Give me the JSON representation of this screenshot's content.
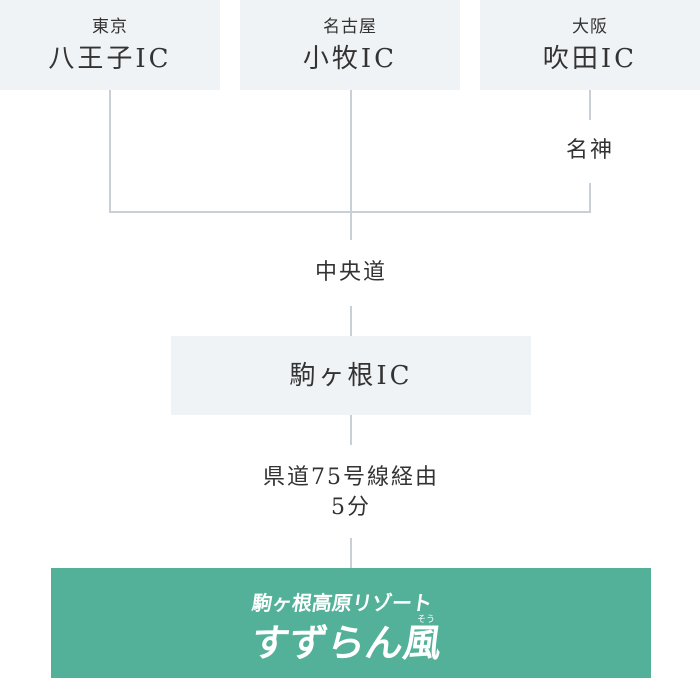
{
  "origins": [
    {
      "city": "東京",
      "ic": "八王子IC"
    },
    {
      "city": "名古屋",
      "ic": "小牧IC"
    },
    {
      "city": "大阪",
      "ic": "吹田IC"
    }
  ],
  "routes": {
    "meishin": "名神",
    "chuo": "中央道",
    "pref_road": "県道75号線経由",
    "time": "5分"
  },
  "junction": {
    "ic": "駒ヶ根IC"
  },
  "destination": {
    "top_text": "駒ヶ根高原リゾート",
    "ruby": "そう",
    "main_text": "すずらん風"
  },
  "colors": {
    "box_bg": "#f0f3f5",
    "line": "#c9cfd6",
    "accent": "#52b198",
    "text": "#333333"
  }
}
